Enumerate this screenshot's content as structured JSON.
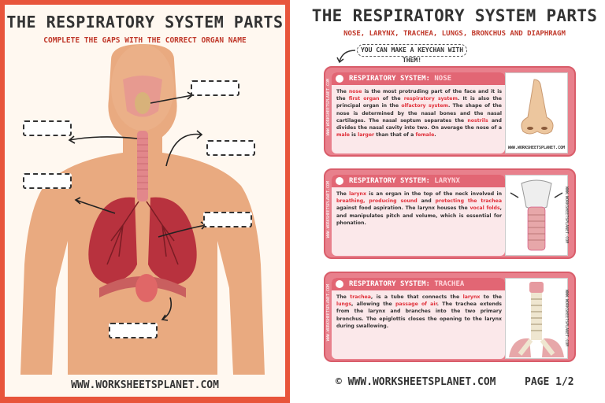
{
  "worksheet": {
    "title": "THE RESPIRATORY SYSTEM PARTS",
    "subtitle": "COMPLETE THE GAPS WITH THE CORRECT ORGAN NAME",
    "url": "WWW.WORKSHEETSPLANET.COM"
  },
  "cards_page": {
    "title": "THE RESPIRATORY SYSTEM PARTS",
    "subtitle": "NOSE, LARYNX, TRACHEA, LUNGS, BRONCHUS AND DIAPHRAGM",
    "keychain_note": "YOU CAN MAKE A KEYCHAN WITH THEM!",
    "footer": "© WWW.WORKSHEETSPLANET.COM",
    "page": "PAGE 1/2",
    "card_url": "WWW.WORKSHEETSPLANET.COM",
    "cards": [
      {
        "head_prefix": "RESPIRATORY SYSTEM:",
        "head_name": "NOSE",
        "t1": "The ",
        "r1": "nose",
        "t2": " is the most protruding part of the face and it is the ",
        "r2": "first organ",
        "t3": " of the ",
        "r3": "respiratory system",
        "t4": ". It is also the principal organ in the ",
        "r4": "olfactory system",
        "t5": ". The shape of the nose is determined by the nasal bones and the nasal cartilages. The nasal septum separates the ",
        "r5": "nostrils",
        "t6": " and divides the nasal cavity into two. On average the nose of a ",
        "r6": "male",
        "t7": " is ",
        "r7": "larger",
        "t8": " than that of a ",
        "r8": "female",
        "t9": "."
      },
      {
        "head_prefix": "RESPIRATORY SYSTEM:",
        "head_name": "LARYNX",
        "t1": "The ",
        "r1": "larynx",
        "t2": " is an organ in the top of the neck involved in ",
        "r2": "breathing, producing sound",
        "t3": " and ",
        "r3": "protecting the trachea",
        "t4": " against food aspiration. The larynx houses the ",
        "r4": "vocal folds",
        "t5": ", and manipulates pitch and volume, which is essential for phonation.",
        "r5": "",
        "t6": "",
        "r6": "",
        "t7": "",
        "r7": "",
        "t8": "",
        "r8": "",
        "t9": ""
      },
      {
        "head_prefix": "RESPIRATORY SYSTEM:",
        "head_name": "TRACHEA",
        "t1": "The ",
        "r1": "trachea",
        "t2": ", is a tube that connects the ",
        "r2": "larynx",
        "t3": " to the ",
        "r3": "lungs",
        "t4": ", allowing the ",
        "r4": "passage of air",
        "t5": ". The trachea extends from the larynx and branches into the two primary bronchus. The epiglottis closes the opening to the larynx during swallowing.",
        "r5": "",
        "t6": "",
        "r6": "",
        "t7": "",
        "r7": "",
        "t8": "",
        "r8": "",
        "t9": ""
      }
    ]
  },
  "colors": {
    "frame": "#e8553b",
    "card": "#e8808c",
    "highlight": "#e0303a",
    "skin": "#e8a77c",
    "lung": "#b8323e"
  }
}
